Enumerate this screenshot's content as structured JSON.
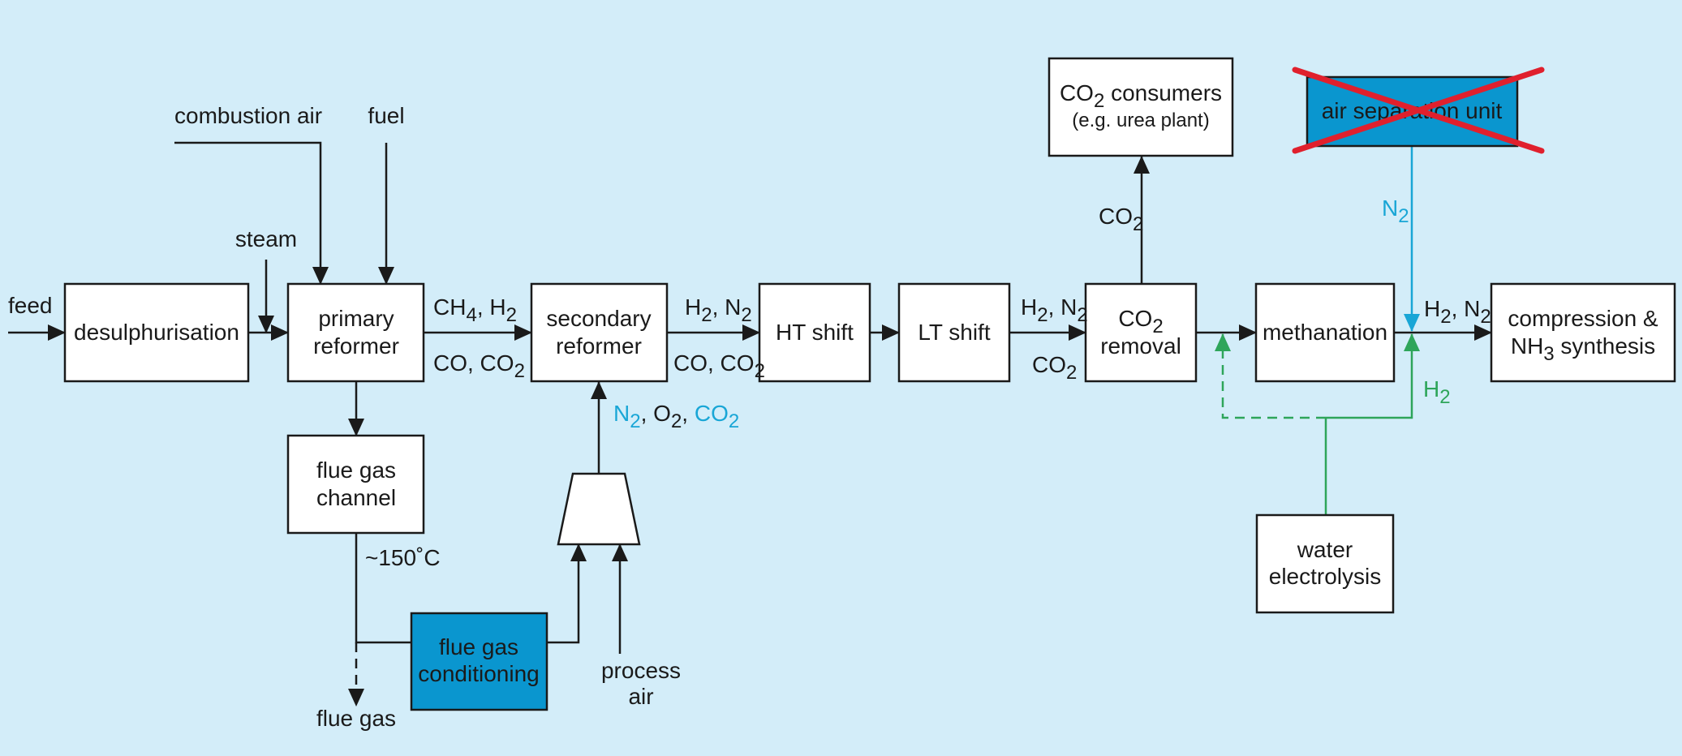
{
  "colors": {
    "background": "#d3edf9",
    "box_fill": "#ffffff",
    "highlight_box_fill": "#0a96cf",
    "line": "#1a1a1a",
    "nitrogen": "#19a6d6",
    "hydrogen": "#2ea55a",
    "cross": "#e0202d"
  },
  "boxes": {
    "desulphurisation": "desulphurisation",
    "primary_reformer": [
      "primary",
      "reformer"
    ],
    "flue_gas_channel": [
      "flue gas",
      "channel"
    ],
    "flue_gas_conditioning": [
      "flue gas",
      "conditioning"
    ],
    "secondary_reformer": [
      "secondary",
      "reformer"
    ],
    "ht_shift": "HT shift",
    "lt_shift": "LT shift",
    "co2_removal": {
      "line1_main": "CO",
      "line1_sub": "2",
      "line2": "removal"
    },
    "co2_consumers": {
      "main": "CO",
      "sub": "2",
      "rest": " consumers",
      "line2": "(e.g. urea plant)"
    },
    "air_separation_unit": "air separation unit",
    "methanation": "methanation",
    "water_electrolysis": [
      "water",
      "electrolysis"
    ],
    "compression_synthesis": {
      "line1": "compression &",
      "line2_main": "NH",
      "line2_sub": "3",
      "line2_rest": " synthesis"
    }
  },
  "labels": {
    "feed": "feed",
    "combustion_air": "combustion air",
    "fuel": "fuel",
    "steam": "steam",
    "temperature": "~150˚C",
    "flue_gas": "flue gas",
    "process_air": [
      "process",
      "air"
    ],
    "ch4_h2": {
      "a": "CH",
      "a_sub": "4",
      "b": ", H",
      "b_sub": "2"
    },
    "co_co2_1": {
      "a": "CO, CO",
      "a_sub": "2"
    },
    "h2_n2_1": {
      "a": "H",
      "a_sub": "2",
      "b": ", N",
      "b_sub": "2"
    },
    "co_co2_2": {
      "a": "CO, CO",
      "a_sub": "2"
    },
    "n2_o2_co2": {
      "n": "N",
      "n_sub": "2",
      "o": ", O",
      "o_sub": "2",
      "sep": ", ",
      "c": "CO",
      "c_sub": "2"
    },
    "h2_n2_2": {
      "a": "H",
      "a_sub": "2",
      "b": ", N",
      "b_sub": "2"
    },
    "co2_below": {
      "a": "CO",
      "a_sub": "2"
    },
    "co2_up": {
      "a": "CO",
      "a_sub": "2"
    },
    "n2_asu": {
      "a": "N",
      "a_sub": "2"
    },
    "h2_electrolysis": {
      "a": "H",
      "a_sub": "2"
    },
    "h2_n2_3": {
      "a": "H",
      "a_sub": "2",
      "b": ", N",
      "b_sub": "2"
    }
  }
}
